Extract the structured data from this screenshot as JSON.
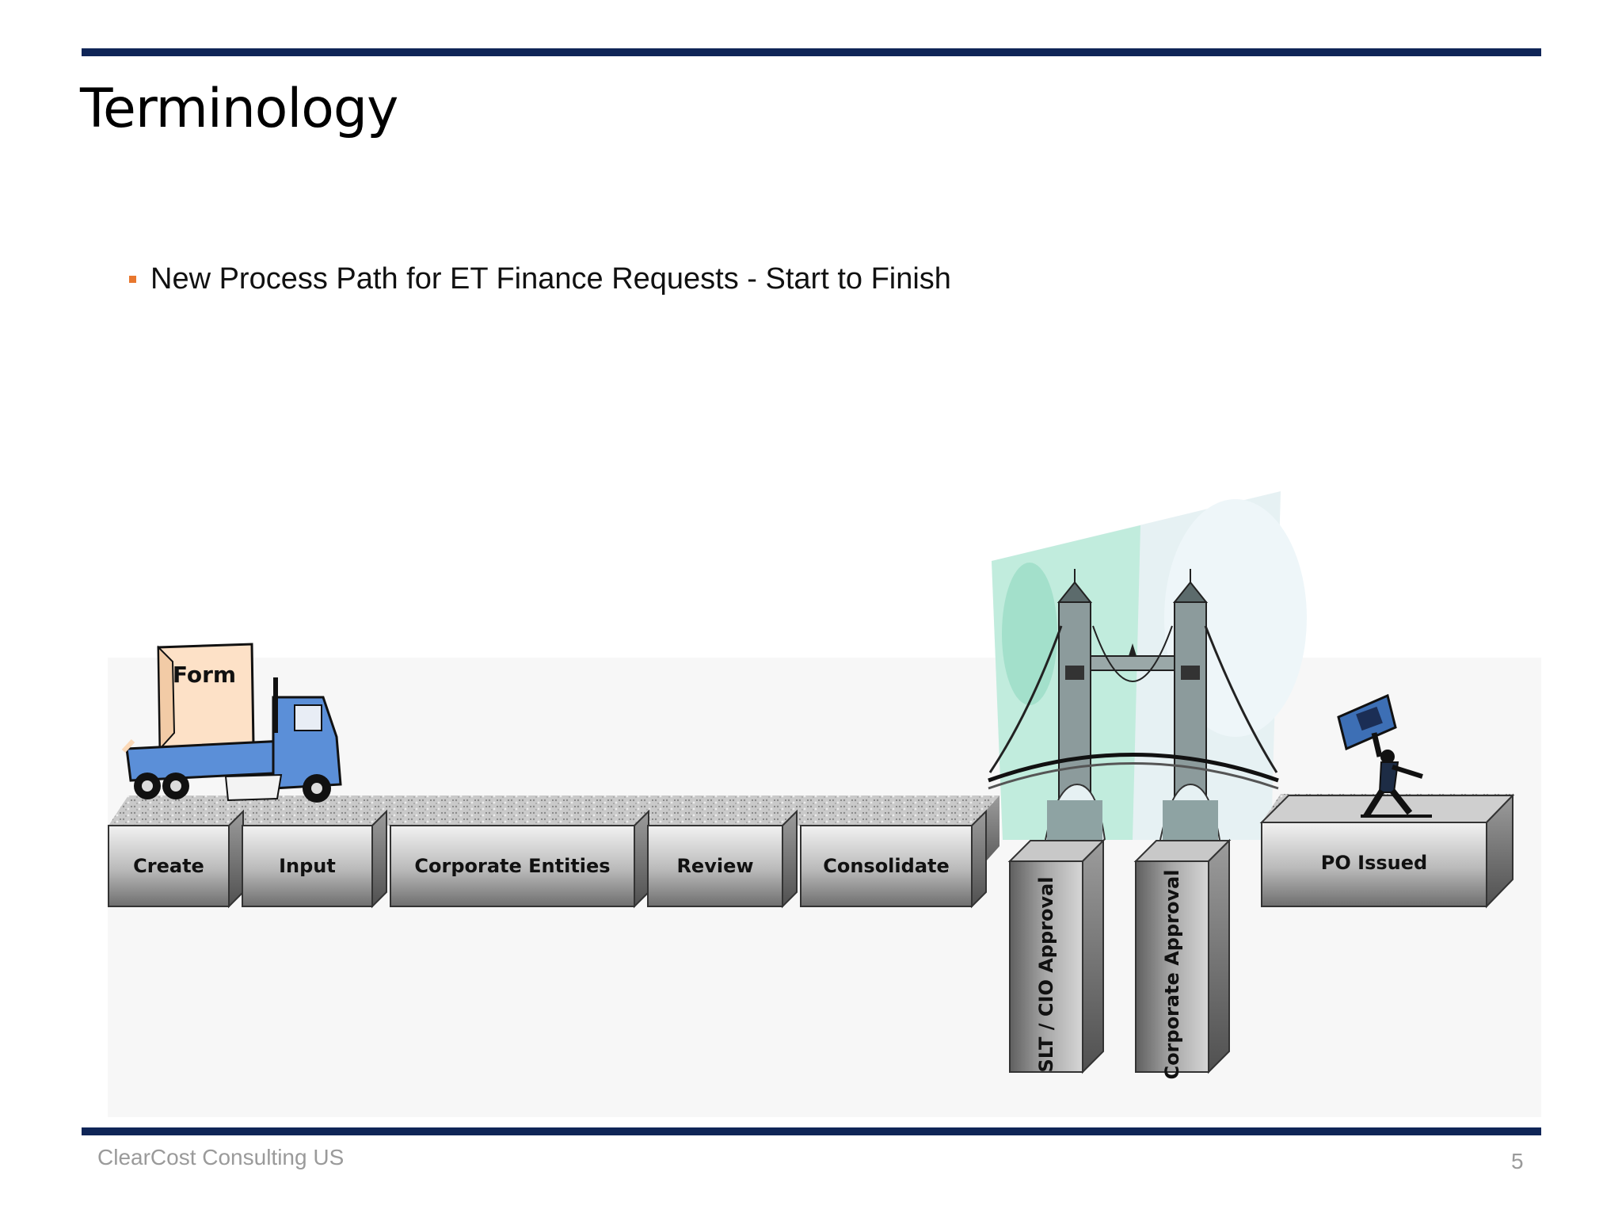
{
  "slide": {
    "title": "Terminology",
    "bullet": "New Process Path for ET Finance Requests - Start to Finish",
    "footer_company": "ClearCost Consulting US",
    "page_number": "5"
  },
  "diagram": {
    "truck_cargo_label": "Form",
    "steps": [
      "Create",
      "Input",
      "Corporate Entities",
      "Review",
      "Consolidate"
    ],
    "approvals": [
      "SLT / CIO Approval",
      "Corporate Approval"
    ],
    "final_step": "PO Issued",
    "icons": [
      "delivery-truck-icon",
      "bridge-icon",
      "celebrating-person-icon"
    ]
  },
  "colors": {
    "rule": "#0f2557",
    "bullet": "#e8772e",
    "footer_text": "#9a9a9a"
  }
}
